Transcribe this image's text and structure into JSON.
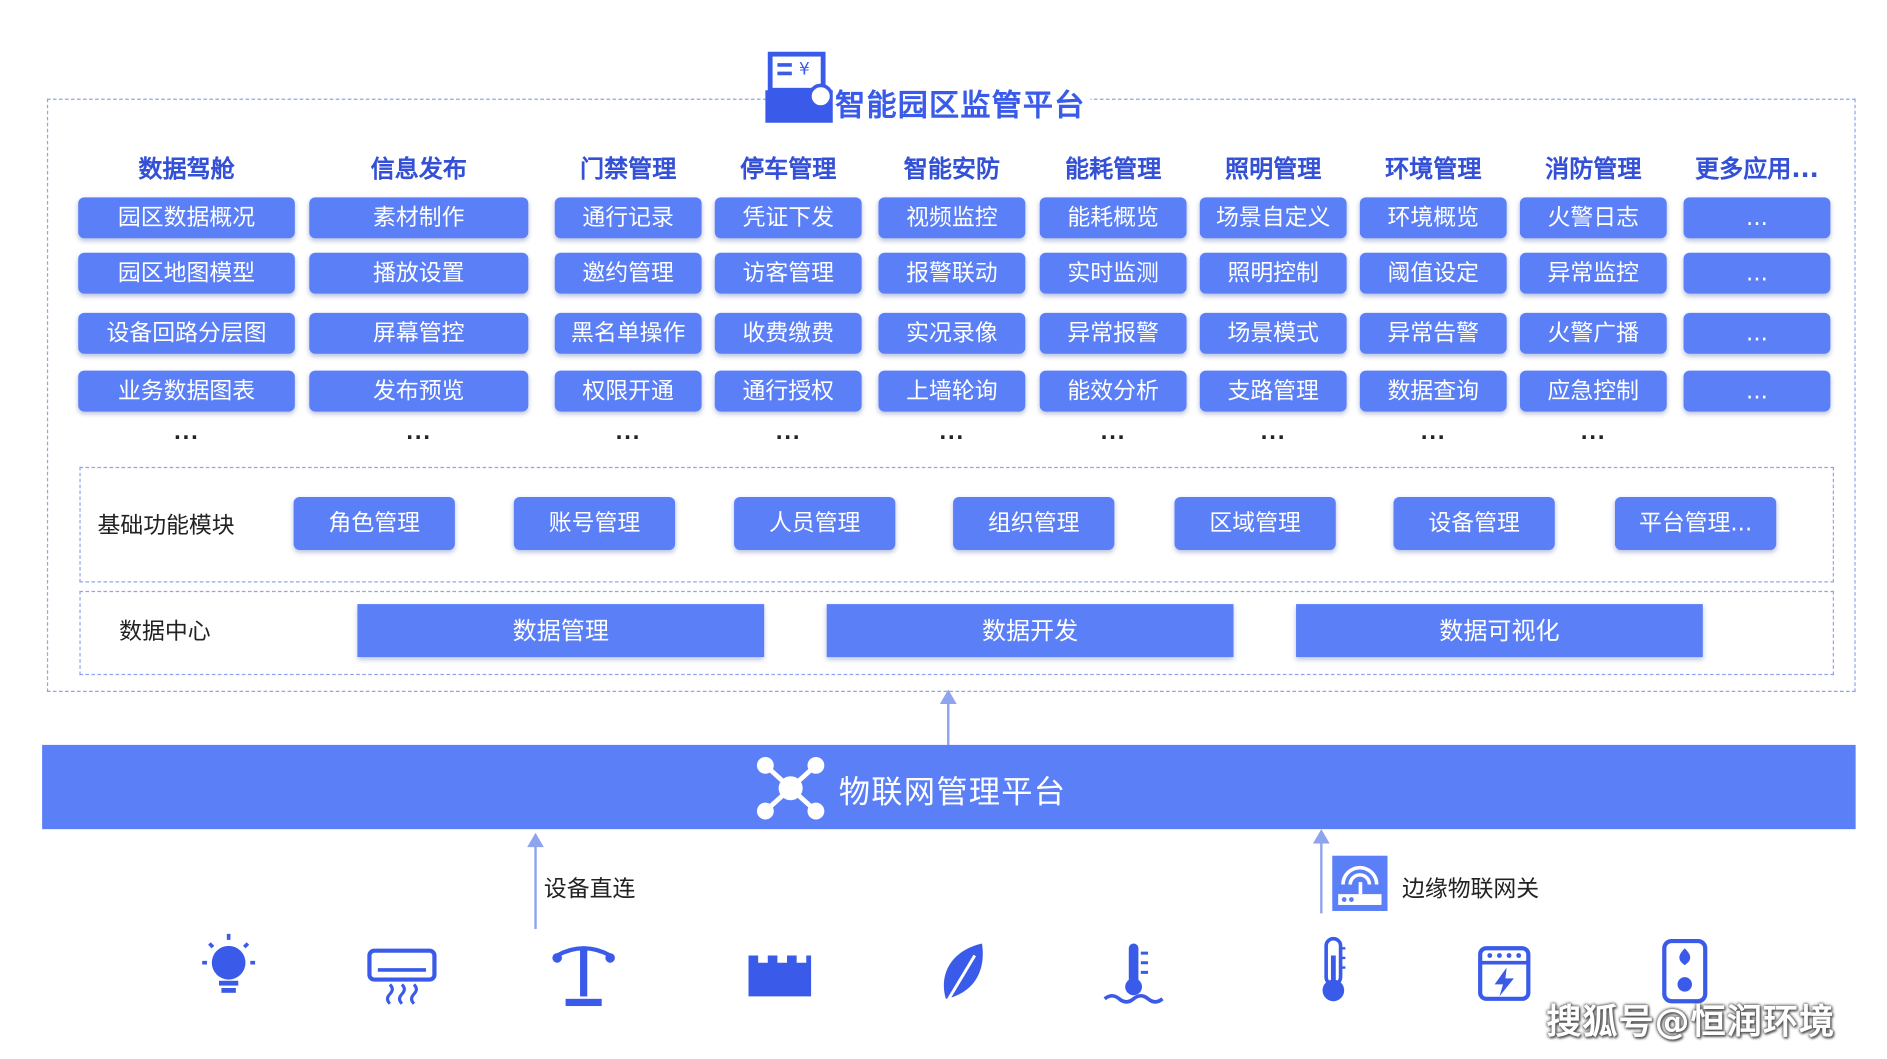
{
  "title": "智能园区监管平台",
  "colors": {
    "accent": "#5b7ff7",
    "heading": "#3350d6",
    "border": "#8fa4ef"
  },
  "columns": [
    {
      "title": "数据驾舱",
      "items": [
        "园区数据概况",
        "园区地图模型",
        "设备回路分层图",
        "业务数据图表"
      ],
      "more": "..."
    },
    {
      "title": "信息发布",
      "items": [
        "素材制作",
        "播放设置",
        "屏幕管控",
        "发布预览"
      ],
      "more": "..."
    },
    {
      "title": "门禁管理",
      "items": [
        "通行记录",
        "邀约管理",
        "黑名单操作",
        "权限开通"
      ],
      "more": "..."
    },
    {
      "title": "停车管理",
      "items": [
        "凭证下发",
        "访客管理",
        "收费缴费",
        "通行授权"
      ],
      "more": "..."
    },
    {
      "title": "智能安防",
      "items": [
        "视频监控",
        "报警联动",
        "实况录像",
        "上墙轮询"
      ],
      "more": "..."
    },
    {
      "title": "能耗管理",
      "items": [
        "能耗概览",
        "实时监测",
        "异常报警",
        "能效分析"
      ],
      "more": "..."
    },
    {
      "title": "照明管理",
      "items": [
        "场景自定义",
        "照明控制",
        "场景模式",
        "支路管理"
      ],
      "more": "..."
    },
    {
      "title": "环境管理",
      "items": [
        "环境概览",
        "阈值设定",
        "异常告警",
        "数据查询"
      ],
      "more": "..."
    },
    {
      "title": "消防管理",
      "items": [
        "火警日志",
        "异常监控",
        "火警广播",
        "应急控制"
      ],
      "more": "..."
    },
    {
      "title": "更多应用...",
      "items": [
        "...",
        "...",
        "...",
        "..."
      ],
      "more": ""
    }
  ],
  "basic": {
    "label": "基础功能模块",
    "items": [
      "角色管理",
      "账号管理",
      "人员管理",
      "组织管理",
      "区域管理",
      "设备管理",
      "平台管理..."
    ]
  },
  "datacenter": {
    "label": "数据中心",
    "items": [
      "数据管理",
      "数据开发",
      "数据可视化"
    ]
  },
  "iot": {
    "label": "物联网管理平台"
  },
  "direct": {
    "label": "设备直连"
  },
  "gateway": {
    "label": "边缘物联网关"
  },
  "devices": [
    "lightbulb-icon",
    "air-conditioner-icon",
    "street-lamp-icon",
    "barrier-gate-icon",
    "leaf-icon",
    "water-temperature-icon",
    "thermometer-icon",
    "electric-box-icon",
    "fire-sensor-icon"
  ],
  "watermark": "搜狐号@恒润环境"
}
